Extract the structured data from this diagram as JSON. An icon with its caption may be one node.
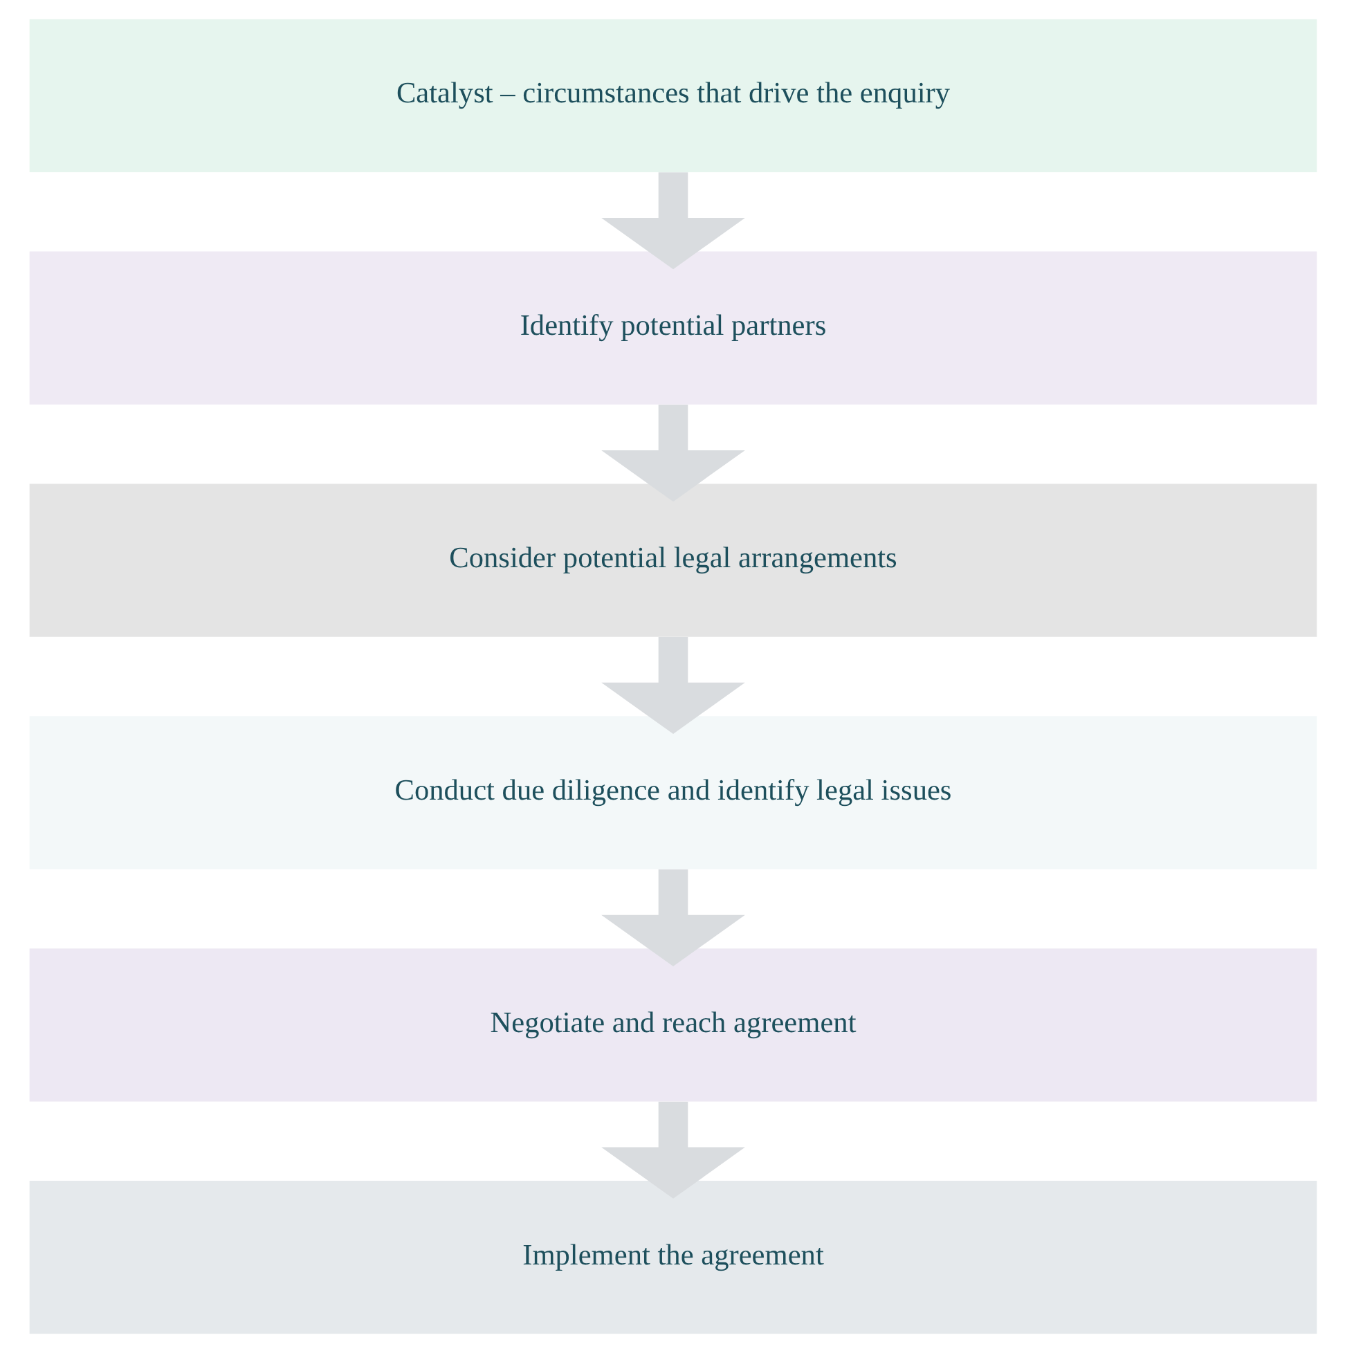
{
  "diagram": {
    "nodes": [
      {
        "text": [
          "Catalyst – circumstances that drive the enquiry"
        ]
      },
      {
        "text": [
          "Identify potential partners"
        ]
      },
      {
        "text": [
          "Consider potential legal arrangements"
        ]
      },
      {
        "text": [
          "Conduct due diligence and identify legal issues"
        ]
      },
      {
        "text": [
          "Negotiate and reach agreement"
        ]
      },
      {
        "text": [
          "Implement the agreement"
        ]
      }
    ],
    "edges": [
      {
        "from": 0,
        "to": 1,
        "arrow": "to"
      },
      {
        "from": 1,
        "to": 2,
        "arrow": "to"
      },
      {
        "from": 2,
        "to": 3,
        "arrow": "to"
      },
      {
        "from": 3,
        "to": 4,
        "arrow": "to"
      },
      {
        "from": 4,
        "to": 5,
        "arrow": "to"
      }
    ]
  }
}
